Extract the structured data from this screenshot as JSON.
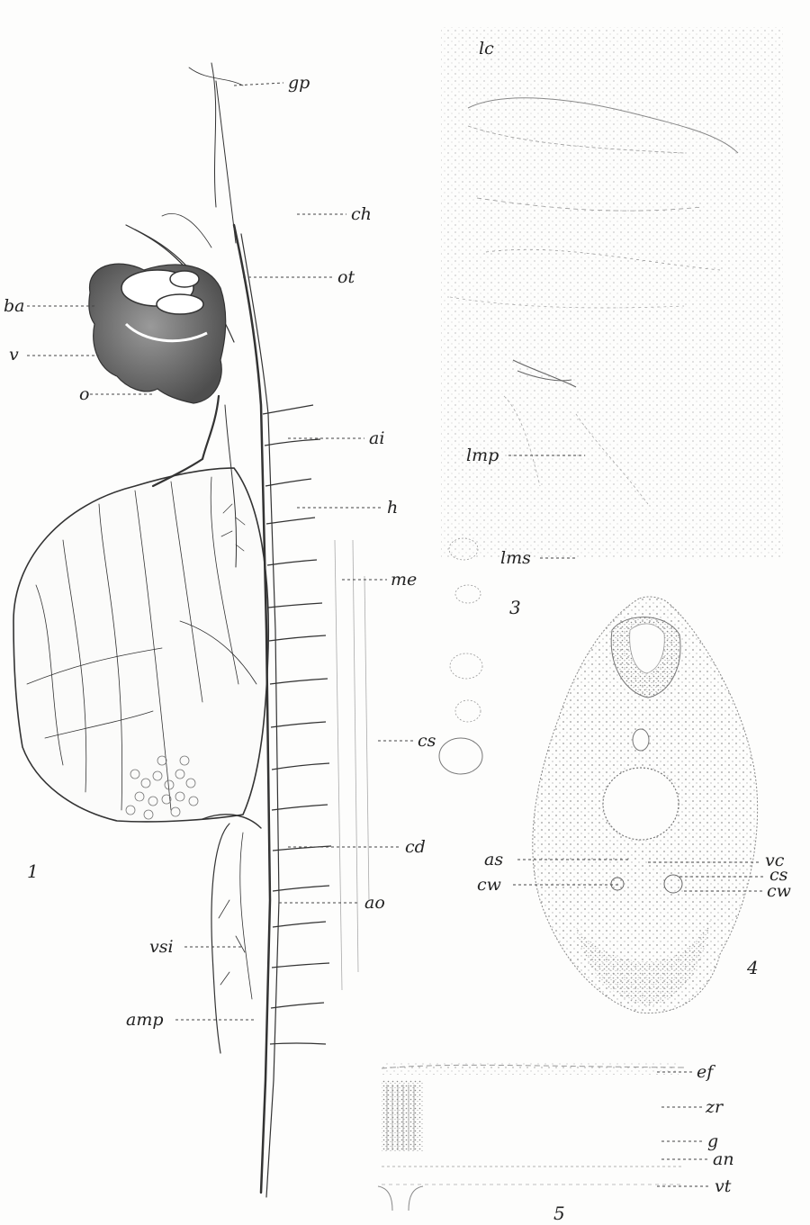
{
  "figure": {
    "numbers": [
      "1",
      "3",
      "4",
      "5"
    ],
    "fig1_labels": {
      "gp": "gp",
      "ch": "ch",
      "ot": "ot",
      "ba": "ba",
      "v": "v",
      "o": "o",
      "ai": "ai",
      "h": "h",
      "me": "me",
      "cs": "cs",
      "cd": "cd",
      "ao": "ao",
      "vsi": "vsi",
      "amp": "amp"
    },
    "fig2_labels": {
      "lc": "lc",
      "lmp": "lmp",
      "lms": "lms"
    },
    "fig4_labels": {
      "as": "as",
      "cw_left": "cw",
      "vc": "vc",
      "cs": "cs",
      "cw_right": "cw"
    },
    "fig5_labels": {
      "ef": "ef",
      "zr": "zr",
      "g": "g",
      "an": "an",
      "vt": "vt"
    }
  },
  "colors": {
    "paper": "#fdfdfc",
    "ink": "#333333",
    "shading": "#6e6e6e"
  }
}
